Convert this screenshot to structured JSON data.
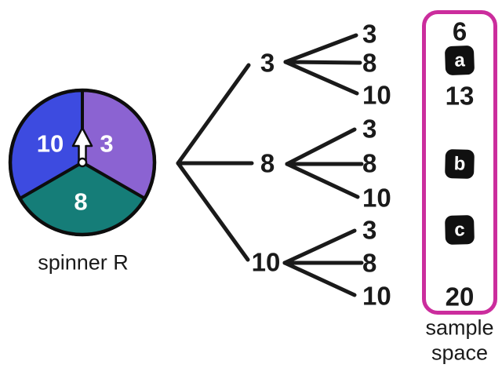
{
  "spinner": {
    "label": "spinner R",
    "segments": [
      {
        "value": "10",
        "color": "#3d4be0"
      },
      {
        "value": "3",
        "color": "#8b63d2"
      },
      {
        "value": "8",
        "color": "#157d78"
      }
    ],
    "arrow_color": "#ffffff",
    "outline_color": "#0d0d0d"
  },
  "tree": {
    "line_color": "#1a1a1a",
    "level1": [
      "3",
      "8",
      "10"
    ],
    "level2": [
      [
        "3",
        "8",
        "10"
      ],
      [
        "3",
        "8",
        "10"
      ],
      [
        "3",
        "8",
        "10"
      ]
    ]
  },
  "sample_space": {
    "label_line1": "sample",
    "label_line2": "space",
    "border_color": "#cb2d9d",
    "items": [
      {
        "kind": "value",
        "text": "6"
      },
      {
        "kind": "badge",
        "text": "a"
      },
      {
        "kind": "value",
        "text": "13"
      },
      {
        "kind": "badge",
        "text": "b"
      },
      {
        "kind": "badge",
        "text": "c"
      },
      {
        "kind": "value",
        "text": "20"
      }
    ]
  }
}
